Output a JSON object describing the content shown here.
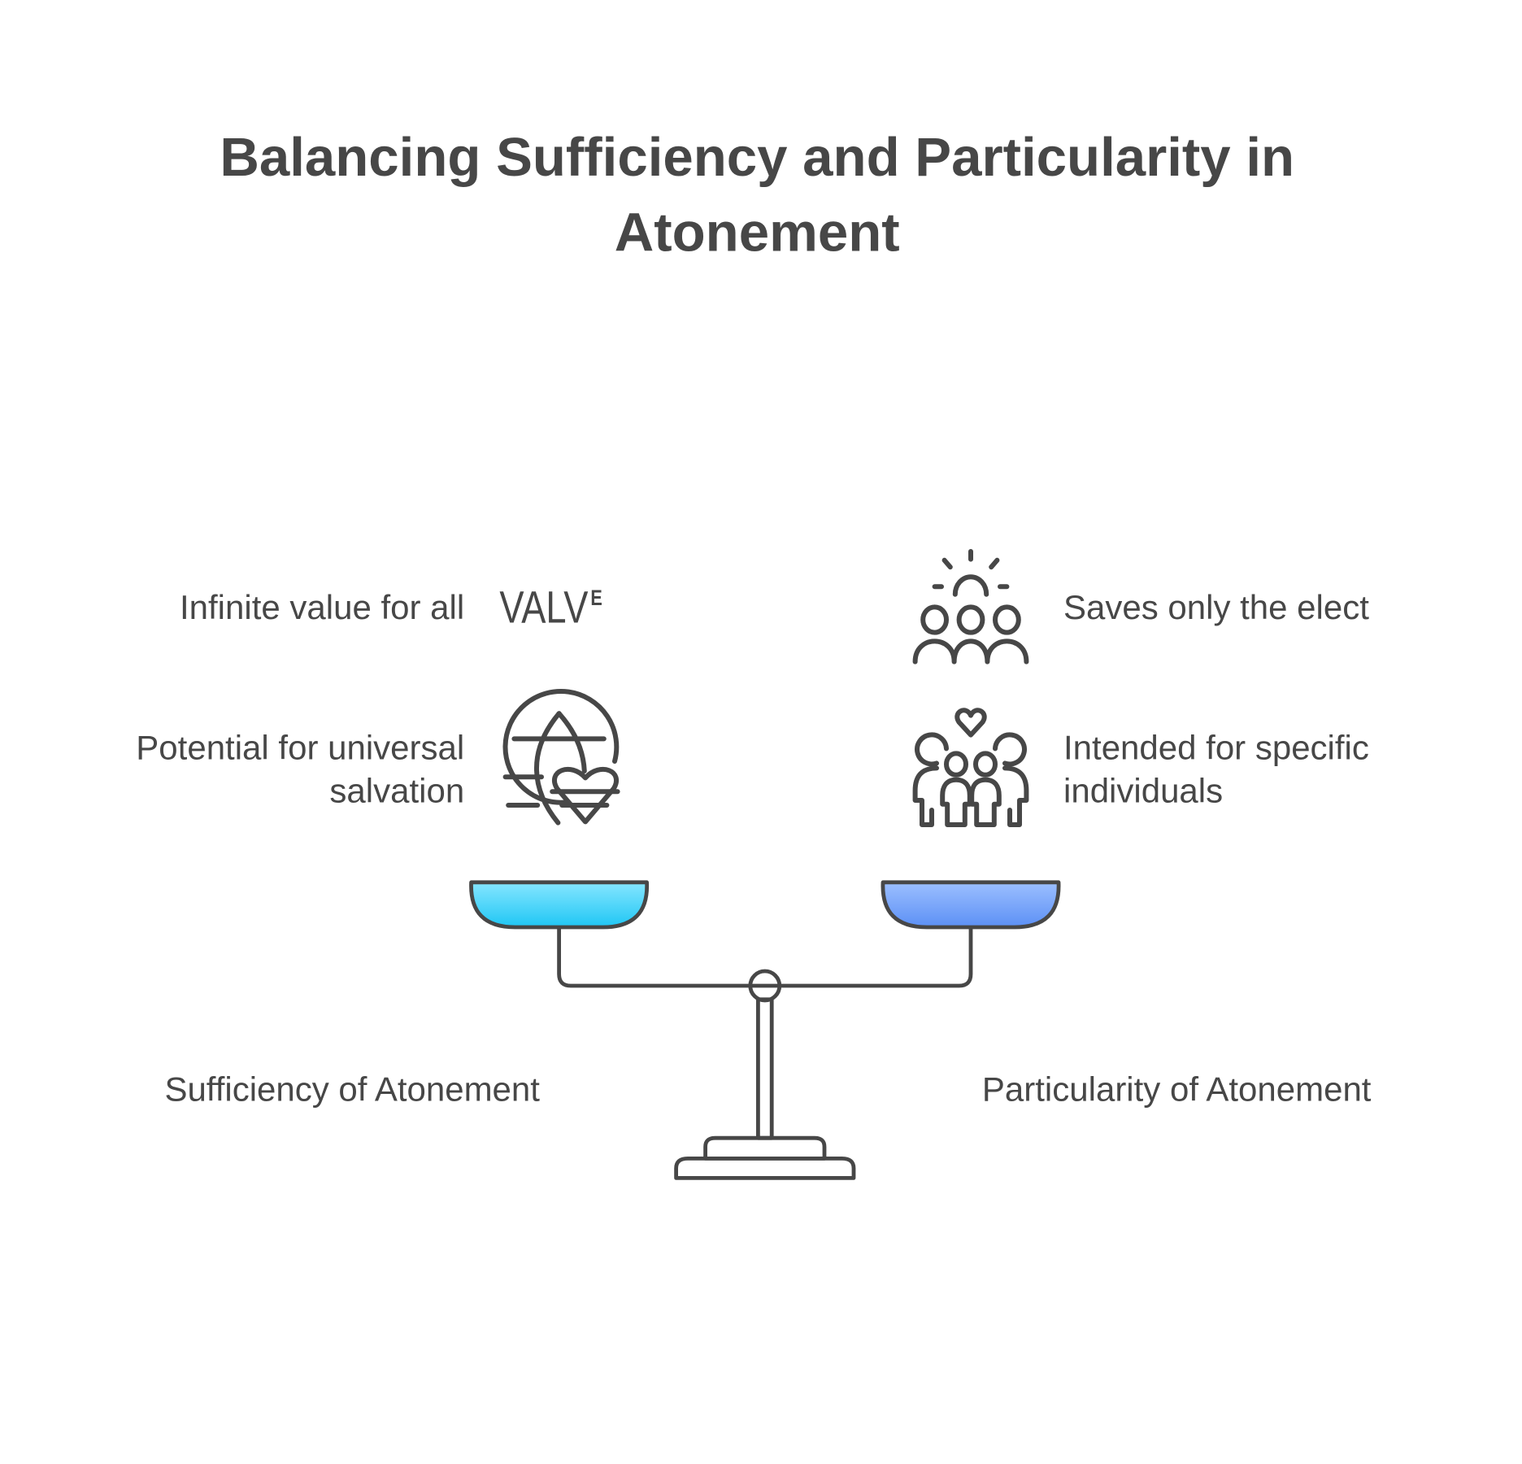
{
  "title": {
    "line1": "Balancing Sufficiency and Particularity in",
    "line2": "Atonement"
  },
  "left": {
    "heading": "Sufficiency of Atonement",
    "items": [
      {
        "text": "Infinite value for all",
        "icon": "valve-logo-icon",
        "logo_text": "VALV",
        "logo_sup": "E"
      },
      {
        "line1": "Potential for universal",
        "line2": "salvation",
        "icon": "globe-heart-icon"
      }
    ],
    "pan_color": "#3fd0f8"
  },
  "right": {
    "heading": "Particularity of Atonement",
    "items": [
      {
        "text": "Saves only the elect",
        "icon": "people-group-sun-icon"
      },
      {
        "line1": "Intended for specific",
        "line2": "individuals",
        "icon": "family-heart-icon"
      }
    ],
    "pan_color": "#6f9ef8"
  }
}
